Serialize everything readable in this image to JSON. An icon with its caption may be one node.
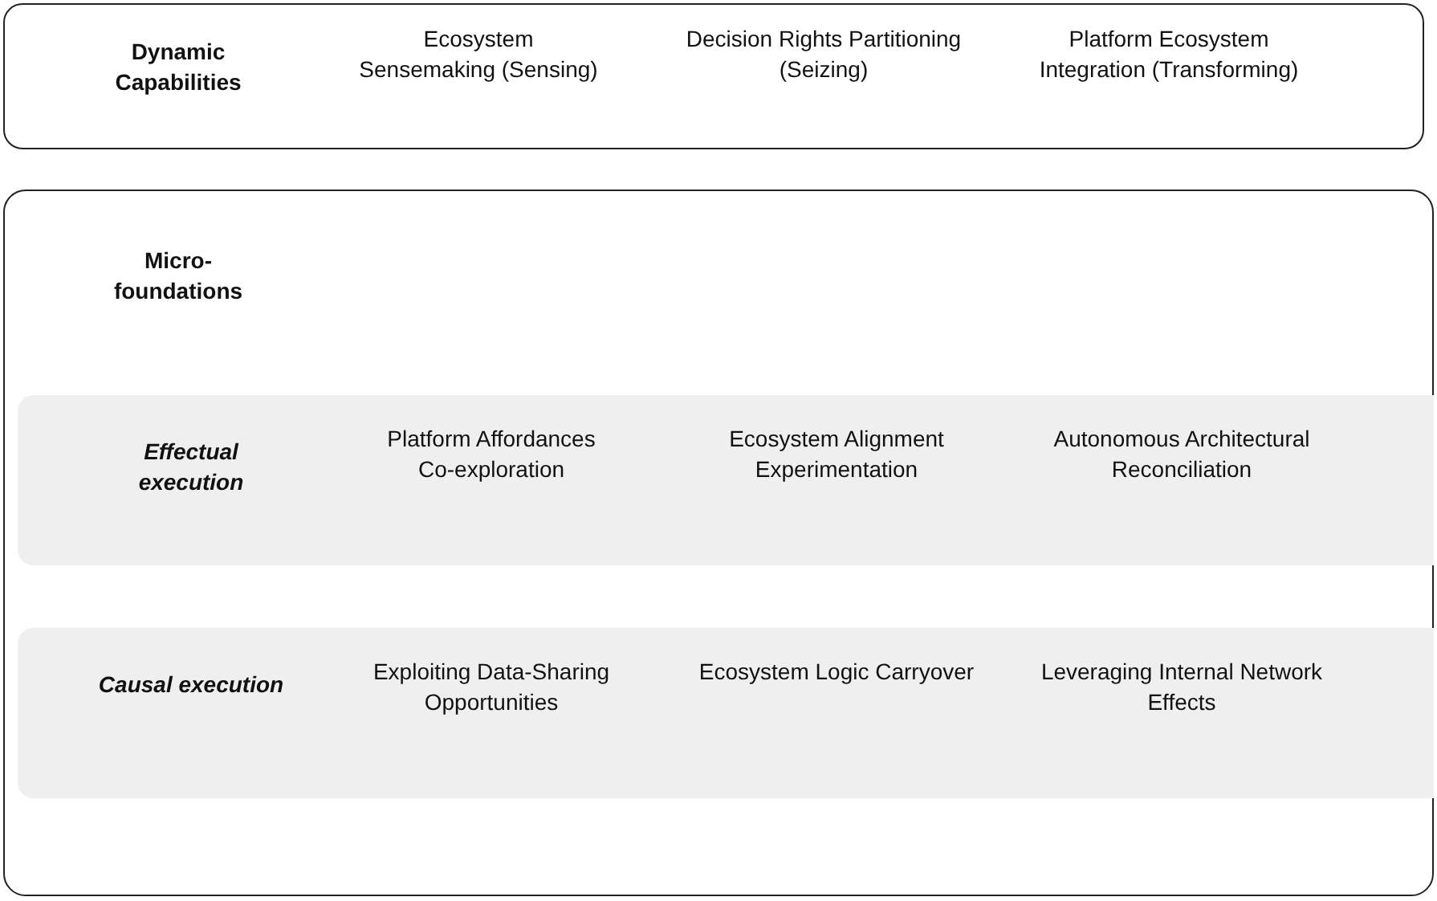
{
  "diagram": {
    "nodes": [
      {
        "text": [
          "Dynamic Capabilities",
          "Ecosystem Sensemaking (Sensing)",
          "Decision Rights Partitioning (Seizing)",
          "Platform Ecosystem Integration (Transforming)"
        ]
      },
      {
        "text": [
          "Micro-foundations"
        ]
      },
      {
        "text": [
          "Effectual execution",
          "Platform Affordances Co-exploration",
          "Ecosystem Alignment Experimentation",
          "Autonomous Architectural Reconciliation"
        ],
        "in": 1
      },
      {
        "text": [
          "Causal execution",
          "Exploiting Data-Sharing Opportunities",
          "Ecosystem Logic Carryover",
          "Leveraging Internal Network Effects"
        ],
        "in": 1
      }
    ]
  }
}
